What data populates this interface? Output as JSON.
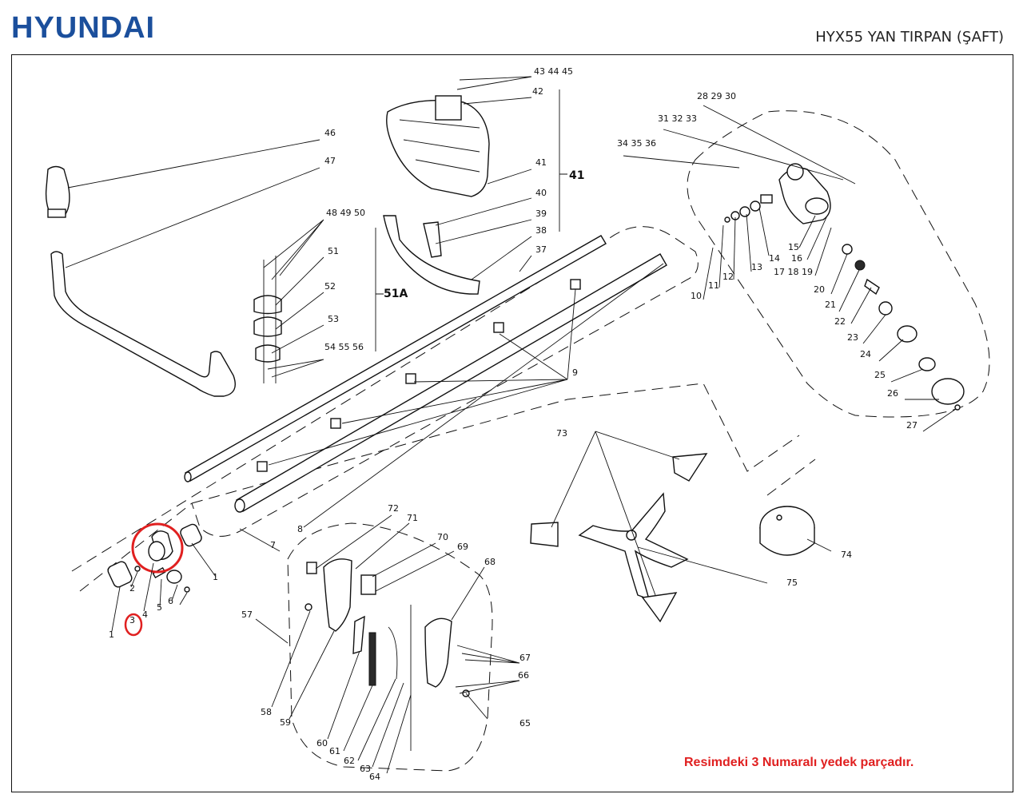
{
  "header": {
    "brand": "HYUNDAI",
    "title": "HYX55 YAN TIRPAN (ŞAFT)"
  },
  "note": "Resimdeki 3 Numaralı yedek parçadır.",
  "highlight_color": "#e02020",
  "brand_color": "#1b4f9c",
  "labels": {
    "l1a": "1",
    "l1b": "1",
    "l2": "2",
    "l3": "3",
    "l4": "4",
    "l5": "5",
    "l6": "6",
    "l7": "7",
    "l8": "8",
    "l9": "9",
    "l10": "10",
    "l11": "11",
    "l12": "12",
    "l13": "13",
    "l14": "14",
    "l15": "15",
    "l16": "16",
    "l17_19": "17 18 19",
    "l20": "20",
    "l21": "21",
    "l22": "22",
    "l23": "23",
    "l24": "24",
    "l25": "25",
    "l26": "26",
    "l27": "27",
    "l28_30": "28 29 30",
    "l31_33": "31 32 33",
    "l34_36": "34 35 36",
    "l37": "37",
    "l38": "38",
    "l39": "39",
    "l40": "40",
    "l41": "41",
    "l41b": "41",
    "l42": "42",
    "l43_45": "43 44 45",
    "l46": "46",
    "l47": "47",
    "l48_50": "48 49 50",
    "l51": "51",
    "l51a": "51A",
    "l52": "52",
    "l53": "53",
    "l54_56": "54 55 56",
    "l57": "57",
    "l58": "58",
    "l59": "59",
    "l60": "60",
    "l61": "61",
    "l62": "62",
    "l63": "63",
    "l64": "64",
    "l65": "65",
    "l66": "66",
    "l67": "67",
    "l68": "68",
    "l69": "69",
    "l70": "70",
    "l71": "71",
    "l72": "72",
    "l73": "73",
    "l74": "74",
    "l75": "75"
  }
}
